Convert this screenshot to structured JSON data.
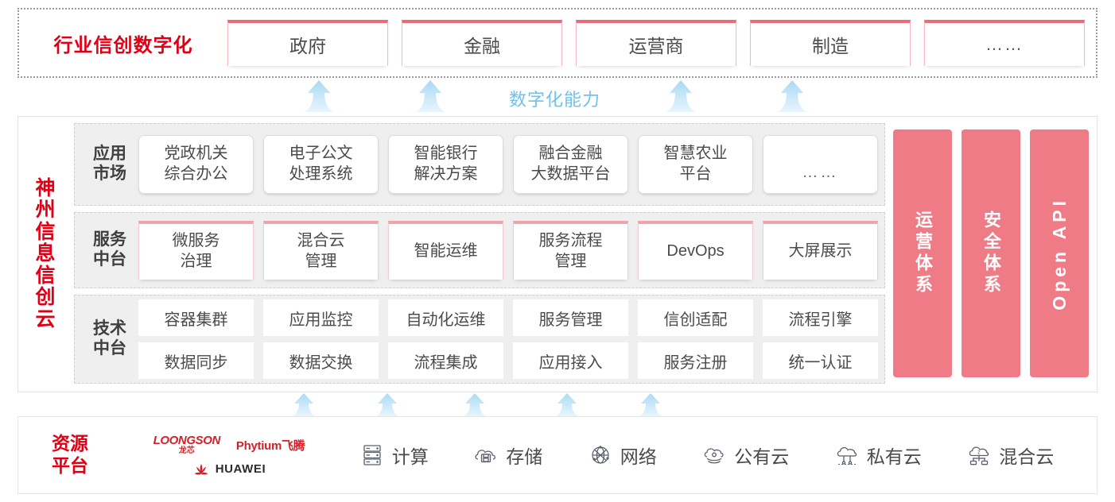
{
  "industry": {
    "title": "行业信创数字化",
    "cards": [
      {
        "label": "政府"
      },
      {
        "label": "金融"
      },
      {
        "label": "运营商"
      },
      {
        "label": "制造"
      },
      {
        "label": "……"
      }
    ]
  },
  "capability": {
    "label": "数字化能力",
    "arrow_icon": "up-arrow-icon",
    "arrow_color": "#bfe2f7"
  },
  "platform": {
    "title": "神州信息信创云",
    "title_chars": [
      "神",
      "州",
      "信",
      "息",
      "信",
      "创",
      "云"
    ],
    "layers": [
      {
        "key": "app-market",
        "label": "应用市场",
        "label_lines": [
          "应用",
          "市场"
        ],
        "items": [
          {
            "lines": [
              "党政机关",
              "综合办公"
            ]
          },
          {
            "lines": [
              "电子公文",
              "处理系统"
            ]
          },
          {
            "lines": [
              "智能银行",
              "解决方案"
            ]
          },
          {
            "lines": [
              "融合金融",
              "大数据平台"
            ]
          },
          {
            "lines": [
              "智慧农业",
              "平台"
            ]
          },
          {
            "lines": [
              "……"
            ],
            "ellipsis": true
          }
        ]
      },
      {
        "key": "service-middle-platform",
        "label": "服务中台",
        "label_lines": [
          "服务",
          "中台"
        ],
        "items": [
          {
            "lines": [
              "微服务",
              "治理"
            ]
          },
          {
            "lines": [
              "混合云",
              "管理"
            ]
          },
          {
            "lines": [
              "智能运维"
            ]
          },
          {
            "lines": [
              "服务流程",
              "管理"
            ]
          },
          {
            "lines": [
              "DevOps"
            ]
          },
          {
            "lines": [
              "大屏展示"
            ]
          }
        ]
      },
      {
        "key": "tech-middle-platform",
        "label": "技术中台",
        "label_lines": [
          "技术",
          "中台"
        ],
        "rows": [
          [
            "容器集群",
            "应用监控",
            "自动化运维",
            "服务管理",
            "信创适配",
            "流程引擎"
          ],
          [
            "数据同步",
            "数据交换",
            "流程集成",
            "应用接入",
            "服务注册",
            "统一认证"
          ]
        ]
      }
    ],
    "pillars": [
      {
        "text": "运营体系",
        "latin": false
      },
      {
        "text": "安全体系",
        "latin": false
      },
      {
        "text": "Open API",
        "latin": true
      }
    ],
    "pillar_color": "#ef7b87"
  },
  "resource": {
    "title": "资源平台",
    "title_lines": [
      "资源",
      "平台"
    ],
    "vendors": [
      {
        "name": "LOONGSON",
        "sub": "龙芯",
        "icon": "loongson-logo"
      },
      {
        "name": "Phytium飞腾",
        "icon": "phytium-logo"
      },
      {
        "name": "HUAWEI",
        "icon": "huawei-logo"
      }
    ],
    "items": [
      {
        "label": "计算",
        "icon": "server-rack-icon"
      },
      {
        "label": "存储",
        "icon": "cloud-storage-icon"
      },
      {
        "label": "网络",
        "icon": "network-globe-icon"
      },
      {
        "label": "公有云",
        "icon": "public-cloud-icon"
      },
      {
        "label": "私有云",
        "icon": "private-cloud-icon"
      },
      {
        "label": "混合云",
        "icon": "hybrid-cloud-icon"
      }
    ]
  },
  "colors": {
    "brand_red": "#e00016",
    "accent_pink": "#ec6b79",
    "pillar_pink": "#ef7b87",
    "arrow_blue": "#bfe2f7",
    "capability_text": "#6fc2ef",
    "band_gray": "#efefef"
  }
}
